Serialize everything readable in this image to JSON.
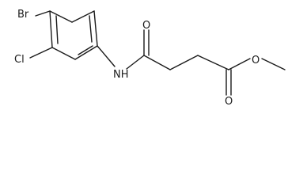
{
  "molecule": {
    "atom_labels": {
      "br": "Br",
      "cl": "Cl",
      "nh": "NH",
      "o_amide": "O",
      "o_ester_carbonyl": "O",
      "o_ester": "O"
    },
    "line_color": "#1a1a1a"
  }
}
